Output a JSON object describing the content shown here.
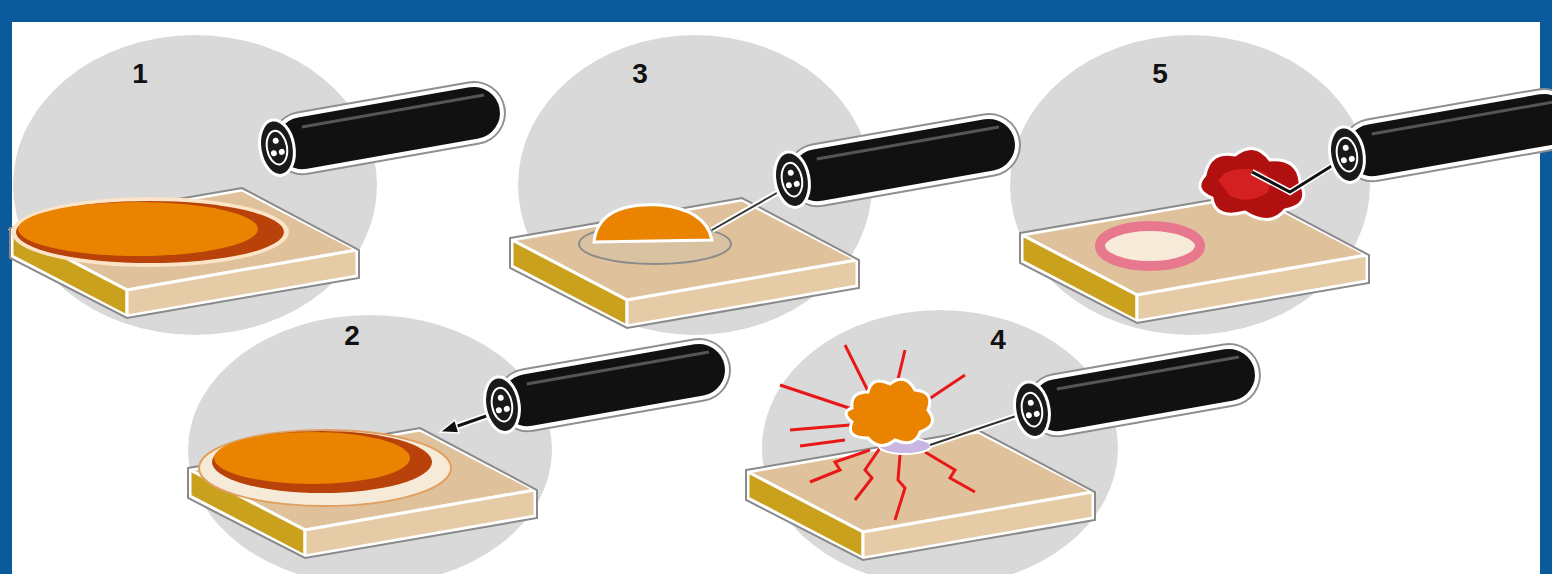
{
  "diagram": {
    "labels": [
      "1",
      "3",
      "5",
      "2",
      "4"
    ]
  }
}
